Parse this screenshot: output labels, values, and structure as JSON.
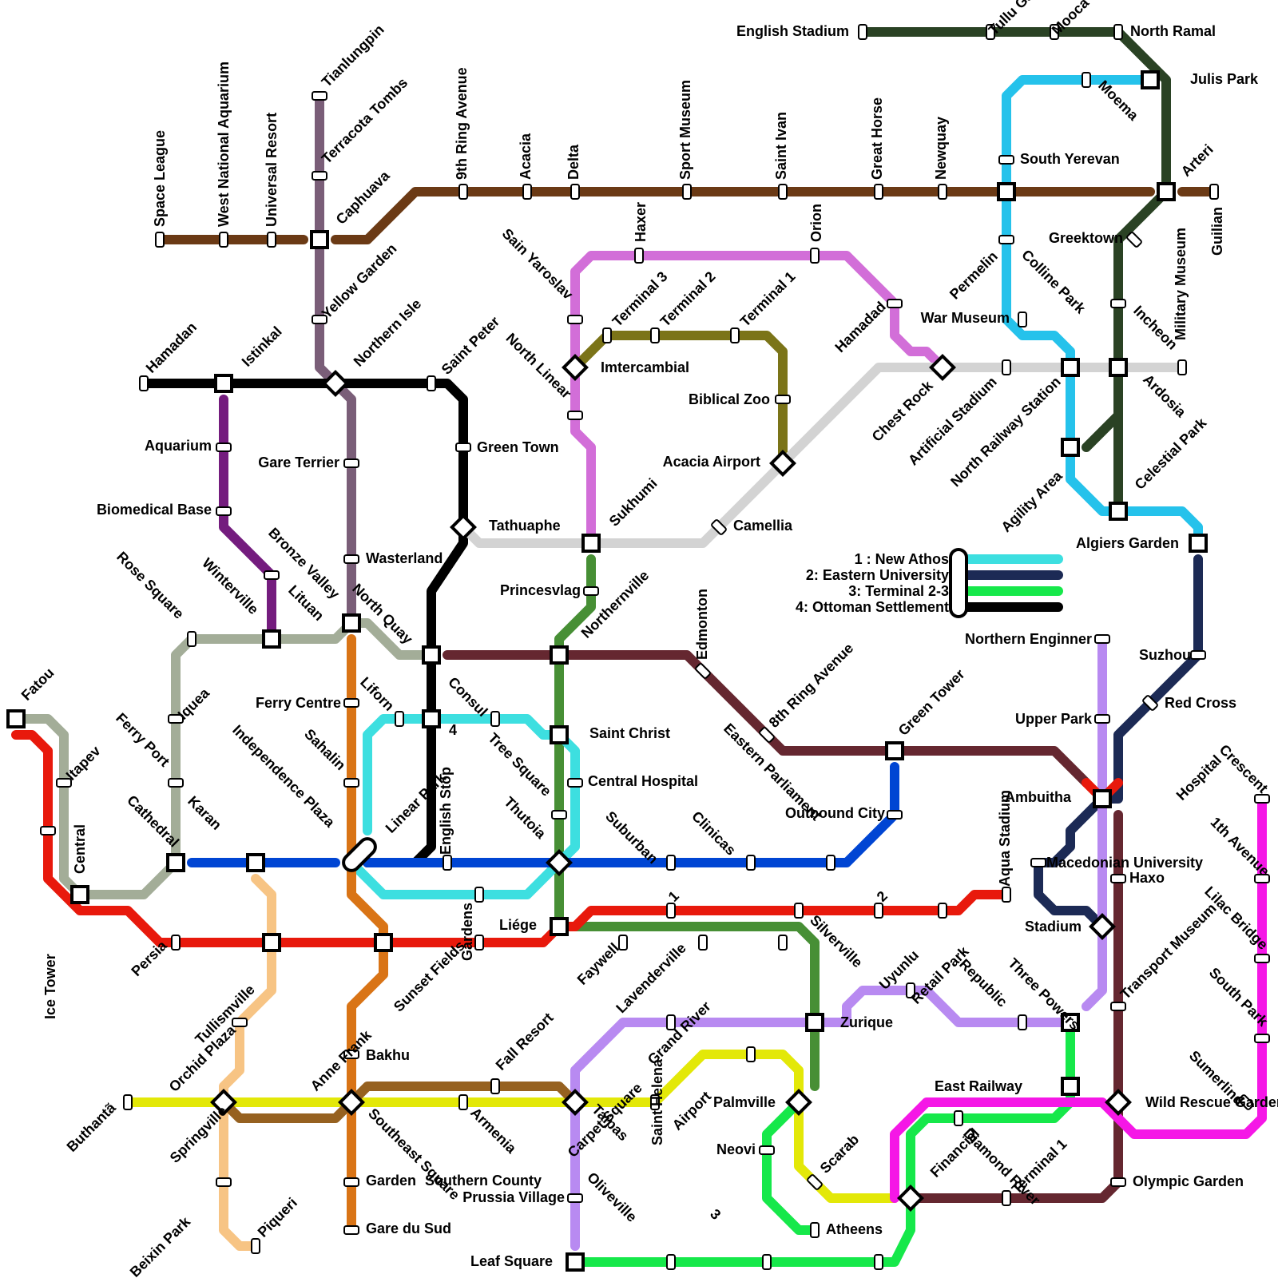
{
  "map": {
    "title": "",
    "legend": [
      {
        "label": "1 : New Athos",
        "color": "#3ddfe0"
      },
      {
        "label": "2: Eastern University",
        "color": "#1c2a55"
      },
      {
        "label": "3: Terminal 2-3",
        "color": "#16e84a"
      },
      {
        "label": "4: Ottoman Settlement",
        "color": "#000000"
      }
    ],
    "lines": [
      {
        "name": "",
        "color": "#6b3a15"
      },
      {
        "name": "",
        "color": "#2a4224"
      },
      {
        "name": "",
        "color": "#25c2eb"
      },
      {
        "name": "",
        "color": "#7a5e78"
      },
      {
        "name": "",
        "color": "#000000"
      },
      {
        "name": "",
        "color": "#741c7e"
      },
      {
        "name": "",
        "color": "#d26ed8"
      },
      {
        "name": "",
        "color": "#7b7418"
      },
      {
        "name": "",
        "color": "#d3d3d3"
      },
      {
        "name": "",
        "color": "#478f35"
      },
      {
        "name": "",
        "color": "#a3ad98"
      },
      {
        "name": "",
        "color": "#652730"
      },
      {
        "name": "",
        "color": "#3ddfe0"
      },
      {
        "name": "",
        "color": "#0045d3"
      },
      {
        "name": "",
        "color": "#e8190c"
      },
      {
        "name": "",
        "color": "#1c2a55"
      },
      {
        "name": "",
        "color": "#d97416"
      },
      {
        "name": "",
        "color": "#f7c484"
      },
      {
        "name": "",
        "color": "#b88af1"
      },
      {
        "name": "",
        "color": "#e3e808"
      },
      {
        "name": "",
        "color": "#966120"
      },
      {
        "name": "",
        "color": "#16e84a"
      },
      {
        "name": "",
        "color": "#f517e6"
      }
    ],
    "stations": [
      "English Stadium",
      "Tullu Garden",
      "Mooca",
      "North Ramal",
      "Julis Park",
      "Moema",
      "South Yerevan",
      "Arteri",
      "Guilian",
      "Space League",
      "West National Aquarium",
      "Universal Resort",
      "Tianlungpin",
      "Terracota Tombs",
      "Caphuava",
      "9th Ring Avenue",
      "Acacia",
      "Delta",
      "Sport Museum",
      "Saint Ivan",
      "Great Horse",
      "Newquay",
      "Permelin",
      "Greektown",
      "Military Museum",
      "Yellow Garden",
      "Haxer",
      "Orion",
      "Sain Yaroslav",
      "Terminal 3",
      "Terminal 2",
      "Terminal 1",
      "Hamadad",
      "War Museum",
      "Colline Park",
      "Incheon",
      "Hamadan",
      "Istinkal",
      "Northern Isle",
      "Saint Peter",
      "North Linear",
      "Imtercambial",
      "Biblical Zoo",
      "Chest Rock",
      "Artificial Stadium",
      "North Railway Station",
      "Ardosia",
      "Aquarium",
      "Gare Terrier",
      "Green Town",
      "Acacia Airport",
      "Agility Area",
      "Celestial Park",
      "Biomedical Base",
      "Sukhumi",
      "Tathuaphe",
      "Camellia",
      "Algiers Garden",
      "Bronze Valley",
      "Lituan",
      "Wasterland",
      "Rose Square",
      "Winterville",
      "Princesvlag",
      "Northernville",
      "North Quay",
      "Edmonton",
      "Northern Enginner",
      "Suzhou",
      "8th Ring Avenue",
      "Ferry Centre",
      "Liforn",
      "Consul",
      "Red Cross",
      "Fatou",
      "Iquea",
      "Ferry Port",
      "Saint Christ",
      "Green Tower",
      "Upper Park",
      "Itapev",
      "Sahalin",
      "4",
      "Tree Square",
      "Crescent",
      "Independence Plaza",
      "Central Hospital",
      "Eastern Parliament",
      "Hospital",
      "Cathedral",
      "Karan",
      "Linear Park",
      "Suburban",
      "Clinicas",
      "Central",
      "Thutoia",
      "Outbound City",
      "Ambuitha",
      "Aqua Stadium",
      "1th Avenue",
      "English Stop",
      "2",
      "Macedonian University",
      "Ice Tower",
      "Haxo",
      "1",
      "Gardens",
      "Stadium",
      "Liége",
      "Silverville",
      "Uyunlu",
      "Lilac Bridge",
      "Persia",
      "Tullismville",
      "Sunset Fields",
      "Faywell",
      "Lavenderville",
      "Retail Park",
      "Republic",
      "Three Powers",
      "Transport Museum",
      "Anne Frank",
      "Grand River",
      "Zurique",
      "South Park",
      "Orchid Plaza",
      "Bakhu",
      "Fall Resort",
      "Carpet Square",
      "East Railway",
      "Sumerlind",
      "Buthantã",
      "Springville",
      "Armenia",
      "Taipas",
      "Saint Helena",
      "Airport",
      "Palmville",
      "Wild Rescue Garden",
      "Southeast Square",
      "Scarab",
      "Diamond River",
      "Terminal 1",
      "Neovi",
      "Financial",
      "Garden",
      "Southern County",
      "Olympic Garden",
      "Beixin Park",
      "Piqueri",
      "Prussia Village",
      "Oliveville",
      "3",
      "Atheens",
      "Gare du Sud",
      "Leaf Square"
    ]
  }
}
